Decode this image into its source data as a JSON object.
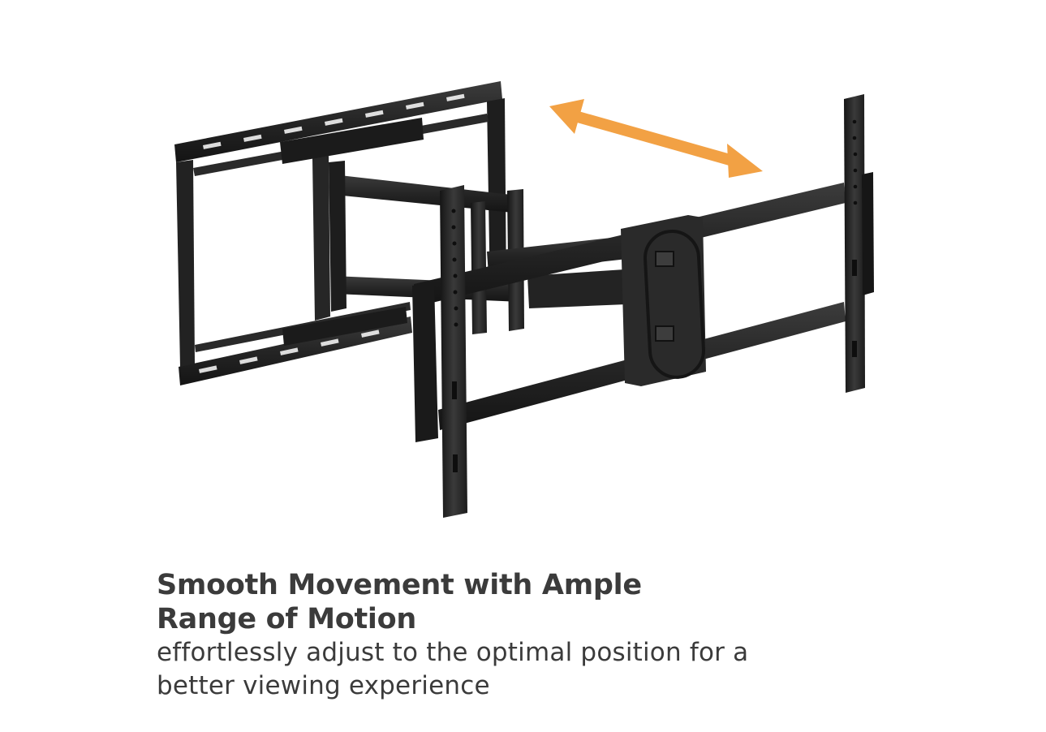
{
  "headline": {
    "line1": "Smooth Movement with Ample",
    "line2": "Range of Motion"
  },
  "subline": {
    "line1": "effortlessly adjust to the optimal position for a",
    "line2": "better viewing experience"
  },
  "colors": {
    "background": "#ffffff",
    "text": "#3b3b3b",
    "arrow_accent": "#f2a144",
    "metal_dark": "#1f1f1f",
    "metal_mid": "#2c2c2c",
    "metal_light": "#3a3a3a"
  },
  "illustration": {
    "subject": "full-motion tv wall mount",
    "motion_arrow_icon": "double-arrow-icon"
  }
}
